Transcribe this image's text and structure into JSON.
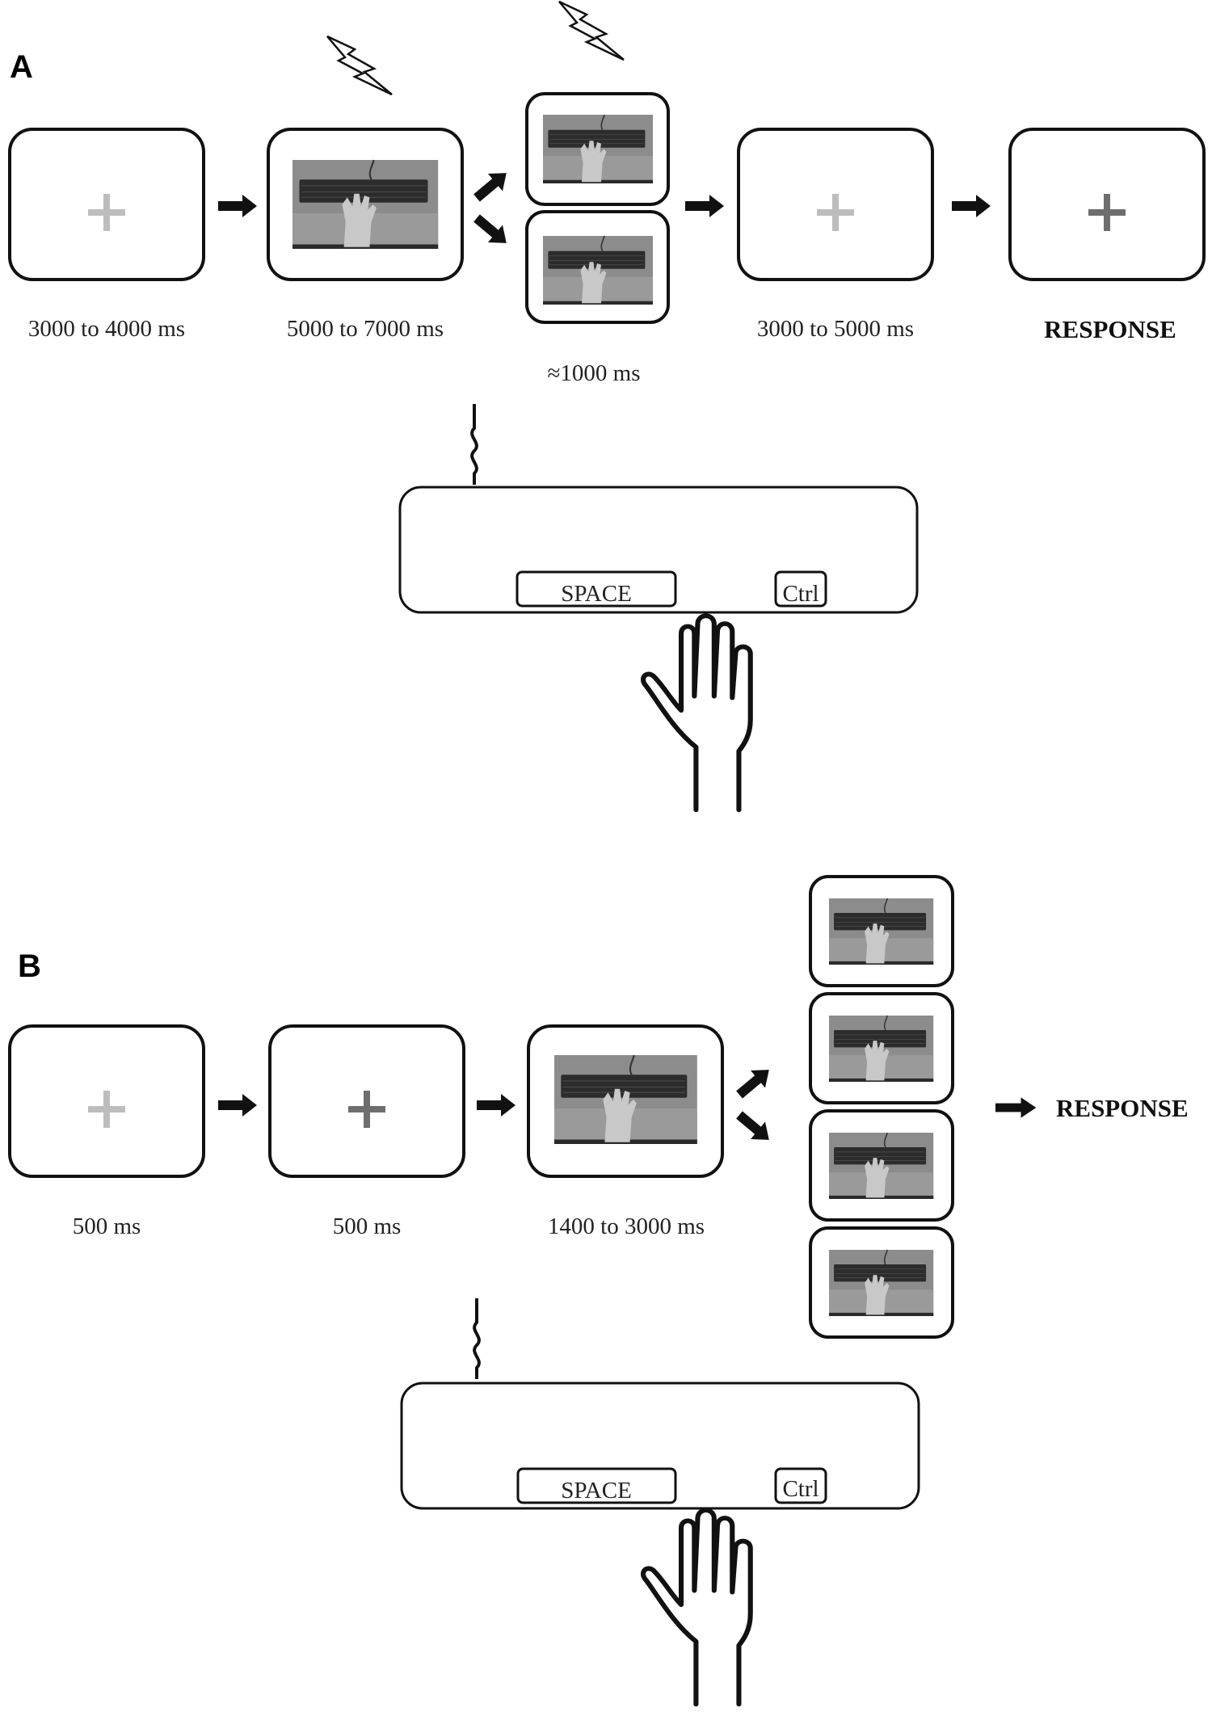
{
  "panel_a": {
    "label": "A",
    "durations": {
      "fixation_1": "3000 to 4000 ms",
      "video": "5000 to 7000 ms",
      "outcome": "≈1000 ms",
      "fixation_2": "3000 to 5000 ms",
      "response": "RESPONSE"
    },
    "keys": {
      "space": "SPACE",
      "ctrl": "Ctrl"
    }
  },
  "panel_b": {
    "label": "B",
    "durations": {
      "fixation_1": "500 ms",
      "fixation_2": "500 ms",
      "video": "1400 to 3000 ms",
      "response": "RESPONSE"
    },
    "keys": {
      "space": "SPACE",
      "ctrl": "Ctrl"
    }
  },
  "colors": {
    "frame": "#111111",
    "fixation_light": "#bdbdbd",
    "fixation_dark": "#6e6e6e",
    "photo_bg": "#8a8a8a",
    "keyboard": "#2a2a2a"
  },
  "icons": [
    "lightning-icon",
    "arrow-right-icon",
    "hand-icon",
    "keyboard-icon",
    "fixation-cross-icon",
    "cable-icon"
  ]
}
